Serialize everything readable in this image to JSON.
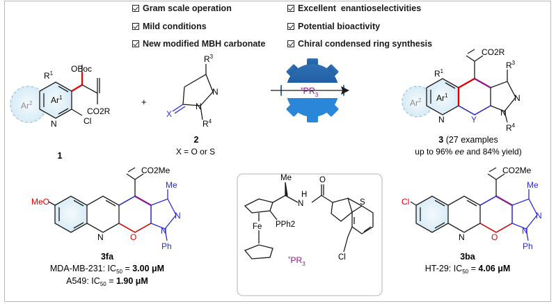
{
  "features_left": [
    "Gram scale operation",
    "Mild conditions",
    "New modified MBH carbonate"
  ],
  "features_right": [
    "Excellent  enantioselectivities",
    "Potential bioactivity",
    "Chiral condensed ring synthesis"
  ],
  "reactant1": {
    "number": "1",
    "labels": {
      "obo": "OBoc",
      "r1": "R",
      "r1sup": "1",
      "ar1": "Ar",
      "ar1sup": "1",
      "ar2": "Ar",
      "ar2sup": "2",
      "n": "N",
      "cl": "Cl",
      "co2r": "CO2R"
    }
  },
  "plus": "+",
  "reactant2": {
    "number": "2",
    "condition": "X = O or S",
    "labels": {
      "r3": "R",
      "r3sup": "3",
      "x": "X",
      "n": "N",
      "r4": "R",
      "r4sup": "4"
    }
  },
  "catalyst_label": {
    "star": "*",
    "pr": "PR",
    "sub": "3"
  },
  "product": {
    "number": "3",
    "note": " (27 examples",
    "yield_line": {
      "pre": "up to 96% ",
      "ee": "ee",
      "post": " and 84% yield)"
    },
    "labels": {
      "co2r": "CO2R",
      "r1": "R",
      "r1sup": "1",
      "r3": "R",
      "r3sup": "3",
      "ar1": "Ar",
      "ar1sup": "1",
      "ar2": "Ar",
      "ar2sup": "2",
      "n": "N",
      "y": "Y",
      "r4": "R",
      "r4sup": "4"
    }
  },
  "compound_3fa": {
    "name": "3fa",
    "substituent": "MeO",
    "co2me": "CO2Me",
    "me": "Me",
    "ph": "Ph",
    "n": "N",
    "o": "O",
    "assays": [
      {
        "cell": "MDA-MB-231",
        "label": ": IC",
        "sub": "50",
        "eq": " = ",
        "value": "3.00 μM"
      },
      {
        "cell": "A549",
        "label": ": IC",
        "sub": "50",
        "eq": " = ",
        "value": "1.90 μM"
      }
    ]
  },
  "compound_3ba": {
    "name": "3ba",
    "substituent": "Cl",
    "co2me": "CO2Me",
    "me": "Me",
    "ph": "Ph",
    "n": "N",
    "o": "O",
    "assays": [
      {
        "cell": "HT-29",
        "label": ": IC",
        "sub": "50",
        "eq": " = ",
        "value": "4.06 μM"
      }
    ]
  },
  "ligand": {
    "me": "Me",
    "h": "H",
    "n": "N",
    "o": "O",
    "s": "S",
    "fe": "Fe",
    "pph2": "PPh2",
    "cl": "Cl",
    "label_star": "*",
    "label_pr": "PR",
    "label_sub": "3"
  }
}
